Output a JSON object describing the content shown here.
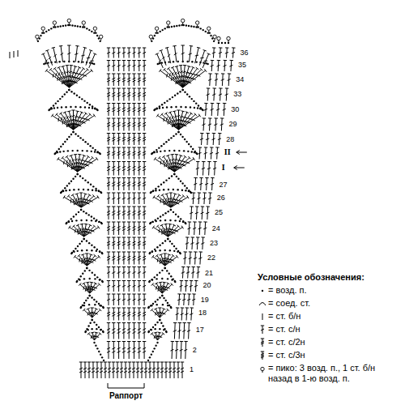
{
  "diagram": {
    "labels": [
      "36",
      "35",
      "34",
      "33",
      "30",
      "29",
      "28",
      "II",
      "I",
      "27",
      "26",
      "25",
      "24",
      "23",
      "22",
      "21",
      "20",
      "19",
      "18",
      "17",
      "2",
      "1",
      "Раппорт",
      "Условные обозначения:"
    ],
    "legend": [
      {
        "text": "= возд. п."
      },
      {
        "text": "= соед. ст."
      },
      {
        "text": "= ст. б/н"
      },
      {
        "text": "= ст. с/н"
      },
      {
        "text": "= ст. с/2н"
      },
      {
        "text": "= ст. с/3н"
      },
      {
        "text": "= пико: 3 возд. п., 1 ст. б/н назад в 1-ю возд. п."
      }
    ]
  }
}
